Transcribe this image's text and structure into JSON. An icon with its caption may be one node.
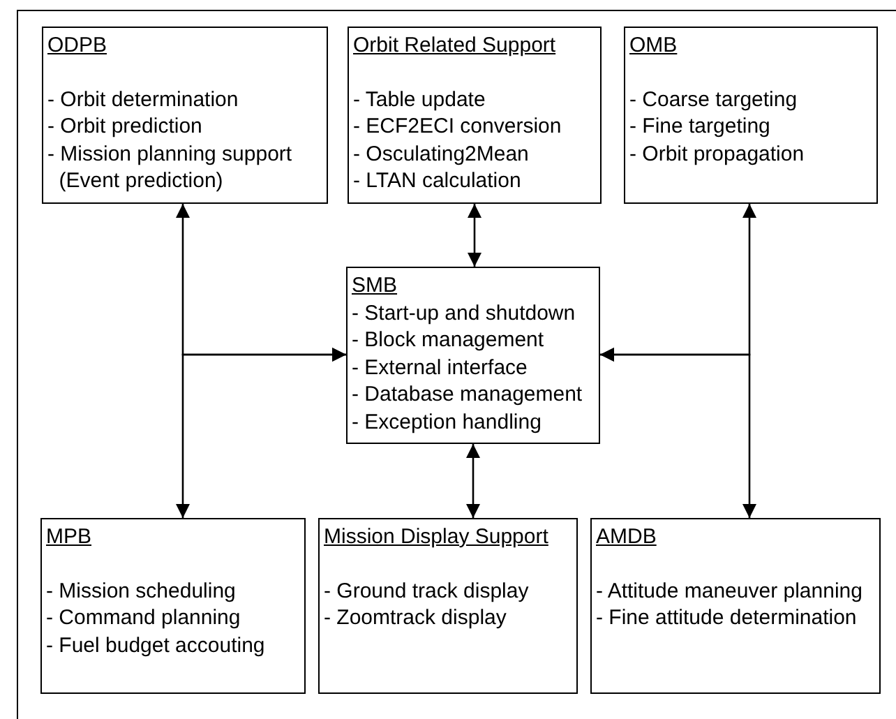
{
  "diagram": {
    "nodes": [
      {
        "text": [
          "ODPB",
          "- Orbit determination",
          "- Orbit prediction",
          "- Mission planning support (Event prediction)"
        ]
      },
      {
        "text": [
          "Orbit Related Support",
          "- Table update",
          "- ECF2ECI conversion",
          "- Osculating2Mean",
          "- LTAN calculation"
        ]
      },
      {
        "text": [
          "OMB",
          "- Coarse targeting",
          "- Fine targeting",
          "- Orbit propagation"
        ]
      },
      {
        "text": [
          "SMB",
          "- Start-up and shutdown",
          "- Block management",
          "- External interface",
          "- Database management",
          "- Exception handling"
        ]
      },
      {
        "text": [
          "MPB",
          "- Mission scheduling",
          "- Command planning",
          "- Fuel budget accouting"
        ]
      },
      {
        "text": [
          "Mission Display Support",
          "- Ground track display",
          "- Zoomtrack display"
        ]
      },
      {
        "text": [
          "AMDB",
          "- Attitude maneuver planning",
          "- Fine attitude determination"
        ]
      }
    ],
    "edges": [
      {
        "from": 1,
        "to": 3,
        "arrow": "both"
      },
      {
        "from": 3,
        "to": 0,
        "arrow": "both"
      },
      {
        "from": 3,
        "to": 4,
        "arrow": "both"
      },
      {
        "from": 3,
        "to": 2,
        "arrow": "both"
      },
      {
        "from": 3,
        "to": 6,
        "arrow": "both"
      },
      {
        "from": 3,
        "to": 5,
        "arrow": "both"
      }
    ]
  }
}
